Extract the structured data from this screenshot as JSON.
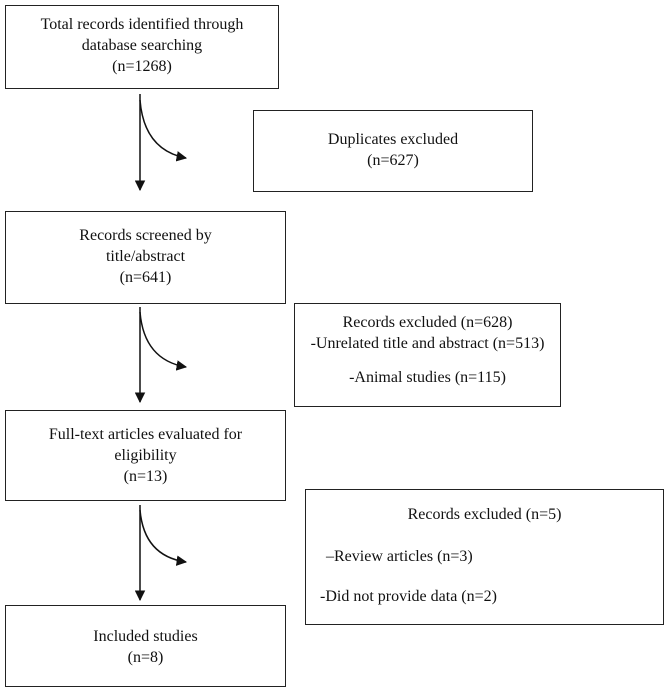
{
  "boxes": {
    "identified": {
      "lines": [
        "Total records identified through",
        "database searching",
        "(n=1268)"
      ]
    },
    "duplicates": {
      "lines": [
        "Duplicates excluded",
        "(n=627)"
      ]
    },
    "screened": {
      "lines": [
        "Records screened by",
        "title/abstract",
        "(n=641)"
      ]
    },
    "excluded1": {
      "lines": [
        "Records excluded (n=628)",
        "-Unrelated title and abstract (n=513)",
        "-Animal studies (n=115)"
      ]
    },
    "fulltext": {
      "lines": [
        "Full-text articles evaluated for",
        "eligibility",
        "(n=13)"
      ]
    },
    "excluded2": {
      "lines": [
        "Records excluded (n=5)",
        "–Review articles (n=3)",
        "-Did not provide data (n=2)"
      ]
    },
    "included": {
      "lines": [
        "Included studies",
        "(n=8)"
      ]
    }
  }
}
